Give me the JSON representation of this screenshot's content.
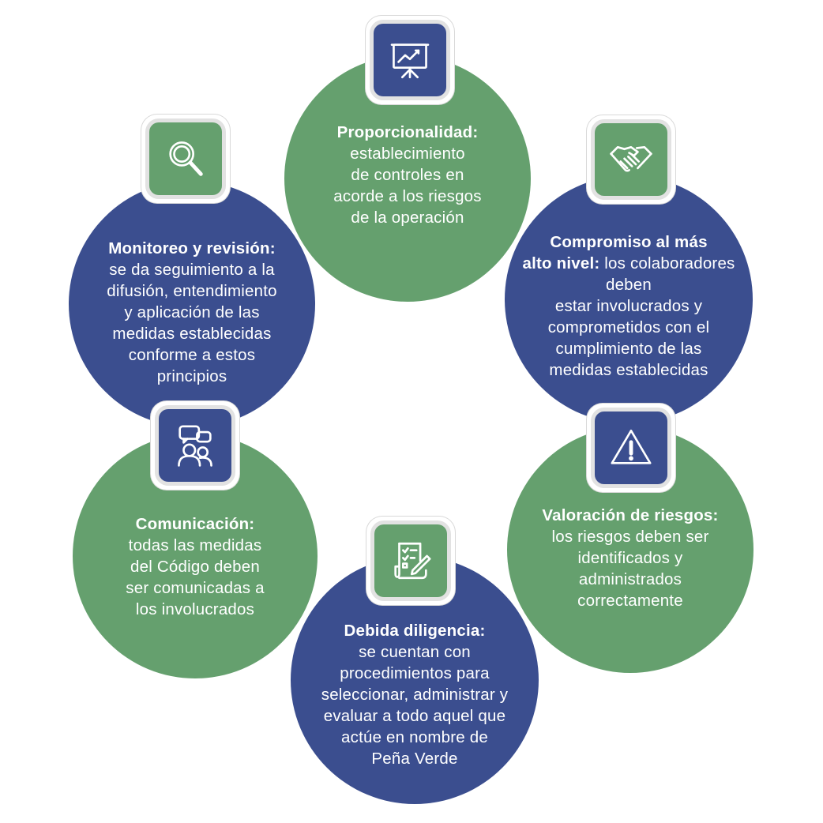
{
  "items": [
    {
      "title": "Proporcionalidad:",
      "lines": [
        "establecimiento",
        "de controles en",
        "acorde a los riesgos",
        "de la operación"
      ],
      "color": "#65a06e",
      "icon": "presentation-chart-icon"
    },
    {
      "title": "Compromiso al más alto nivel:",
      "lines": [
        "los colaboradores deben",
        "estar involucrados y",
        "comprometidos con el",
        "cumplimiento de las",
        "medidas establecidas"
      ],
      "color": "#3b4e8f",
      "icon": "handshake-icon"
    },
    {
      "title": "Valoración de riesgos:",
      "lines": [
        "los riesgos deben ser",
        "identificados y",
        "administrados",
        "correctamente"
      ],
      "color": "#65a06e",
      "icon": "warning-icon"
    },
    {
      "title": "Debida diligencia:",
      "lines": [
        "se cuentan con",
        "procedimientos para",
        "seleccionar, administrar y",
        "evaluar a todo aquel que",
        "actúe en nombre de",
        "Peña Verde"
      ],
      "color": "#3b4e8f",
      "icon": "checklist-pen-icon"
    },
    {
      "title": "Comunicación:",
      "lines": [
        "todas las medidas",
        "del Código deben",
        "ser comunicadas a",
        "los involucrados"
      ],
      "color": "#65a06e",
      "icon": "people-chat-icon"
    },
    {
      "title": "Monitoreo y revisión:",
      "lines": [
        "se da seguimiento a la",
        "difusión, entendimiento",
        "y aplicación de las",
        "medidas establecidas",
        "conforme a estos",
        "principios"
      ],
      "color": "#3b4e8f",
      "icon": "magnifier-icon"
    }
  ]
}
